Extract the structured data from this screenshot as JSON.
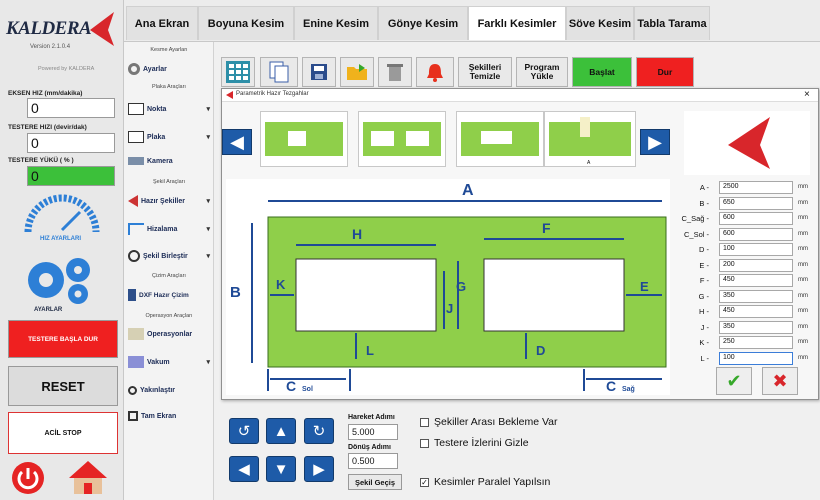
{
  "app": {
    "logo": "KALDERA",
    "version": "Version 2.1.0.4",
    "powered": "Powered by KALDERA"
  },
  "left": {
    "eksen_hiz_label": "EKSEN HIZ (mm/dakika)",
    "eksen_hiz_value": "0",
    "testere_hizi_label": "TESTERE HIZI (devir/dak)",
    "testere_hizi_value": "0",
    "testere_yuku_label": "TESTERE YÜKÜ ( % )",
    "testere_yuku_value": "0",
    "hiz_ayarlari": "HIZ AYARLARI",
    "ayarlar": "AYARLAR",
    "testere_basla": "TESTERE BAŞLA DUR",
    "reset": "RESET",
    "acil_stop": "ACİL STOP"
  },
  "tabs": [
    "Ana Ekran",
    "Boyuna Kesim",
    "Enine Kesim",
    "Gönye Kesim",
    "Farklı Kesimler",
    "Söve Kesim",
    "Tabla Tarama"
  ],
  "mid": {
    "kesme_ayarlari": "Kesme Ayarları",
    "ayarlar": "Ayarlar",
    "plaka_araclari": "Plaka Araçları",
    "nokta": "Nokta",
    "plaka": "Plaka",
    "kamera": "Kamera",
    "sekil_araclari": "Şekil Araçları",
    "hazir_sekiller": "Hazır Şekiller",
    "hizalama": "Hizalama",
    "sekil_birlestir": "Şekil Birleştir",
    "cizim_araclari": "Çizim Araçları",
    "dxf": "DXF Hazır Çizim",
    "operasyon_araclari": "Operasyon Araçları",
    "operasyonlar": "Operasyonlar",
    "vakum": "Vakum",
    "yakinlastir": "Yakınlaştır",
    "tam_ekran": "Tam Ekran"
  },
  "toolbar": {
    "sekilleri_temizle": "Şekilleri Temizle",
    "program_yukle": "Program Yükle",
    "baslat": "Başlat",
    "dur": "Dur"
  },
  "dialog": {
    "title": "Parametrik Hazır Tezgahlar",
    "unit": "mm",
    "thumb_label": "A",
    "params": [
      {
        "label": "A -",
        "value": "2500"
      },
      {
        "label": "B -",
        "value": "650"
      },
      {
        "label": "C_Sağ -",
        "value": "600"
      },
      {
        "label": "C_Sol -",
        "value": "600"
      },
      {
        "label": "D -",
        "value": "100"
      },
      {
        "label": "E -",
        "value": "200"
      },
      {
        "label": "F -",
        "value": "450"
      },
      {
        "label": "G -",
        "value": "350"
      },
      {
        "label": "H -",
        "value": "450"
      },
      {
        "label": "J -",
        "value": "350"
      },
      {
        "label": "K -",
        "value": "250"
      },
      {
        "label": "L -",
        "value": "100"
      }
    ],
    "drawing": {
      "A": "A",
      "B": "B",
      "H": "H",
      "F": "F",
      "K": "K",
      "G": "G",
      "J": "J",
      "E": "E",
      "L": "L",
      "D": "D",
      "C_sol": "C",
      "sol": "Sol",
      "C_sag": "C",
      "sag": "Sağ"
    }
  },
  "bottom": {
    "hareket_adimi_label": "Hareket Adımı",
    "hareket_adimi_value": "5.000",
    "donus_adimi_label": "Dönüş Adımı",
    "donus_adimi_value": "0.500",
    "sekil_gecis": "Şekil Geçiş",
    "chk1": "Şekiller Arası Bekleme Var",
    "chk2": "Testere İzlerini Gizle",
    "chk3": "Kesimler Paralel Yapılsın",
    "chk3_checked": true
  },
  "colors": {
    "accent": "#d8262b",
    "green": "#3cc03a",
    "blue": "#1e5ba8",
    "shape": "#8fcf4a"
  }
}
